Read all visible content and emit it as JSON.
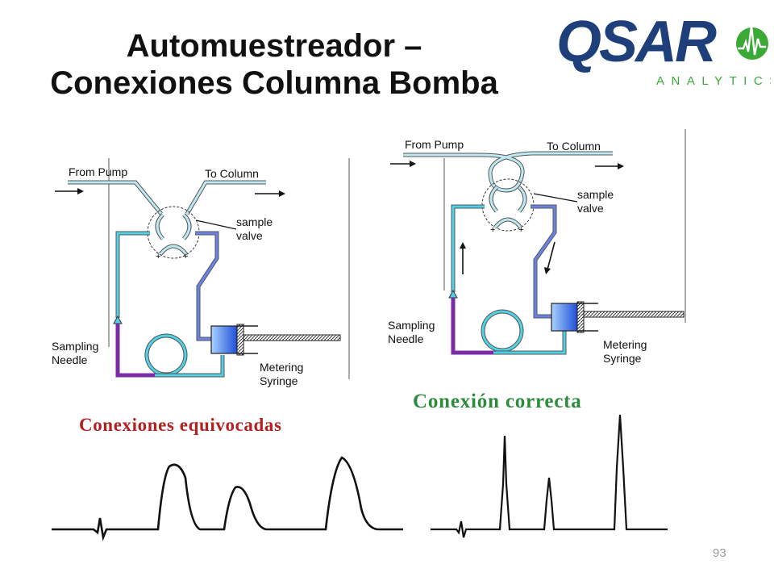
{
  "slide": {
    "title_line1": "Automuestreador –",
    "title_line2": "Conexiones Columna Bomba",
    "page_number": "93"
  },
  "logo": {
    "brand": "QSAR",
    "sub": "ANALYTICS",
    "brand_color": "#1f3f7a",
    "accent_color": "#3aa935"
  },
  "diagram_left": {
    "from_pump": "From Pump",
    "to_column": "To Column",
    "sample_valve_line1": "sample",
    "sample_valve_line2": "valve",
    "needle_line1": "Sampling",
    "needle_line2": "Needle",
    "syringe_line1": "Metering",
    "syringe_line2": "Syringe"
  },
  "diagram_right": {
    "from_pump": "From Pump",
    "to_column": "To Column",
    "sample_valve_line1": "sample",
    "sample_valve_line2": "valve",
    "needle_line1": "Sampling",
    "needle_line2": "Needle",
    "syringe_line1": "Metering",
    "syringe_line2": "Syringe"
  },
  "chromatograms": {
    "wrong_label": "Conexiones equivocadas",
    "correct_label": "Conexión correcta",
    "wrong_color": "#b22222",
    "correct_color": "#2e8b3e"
  }
}
